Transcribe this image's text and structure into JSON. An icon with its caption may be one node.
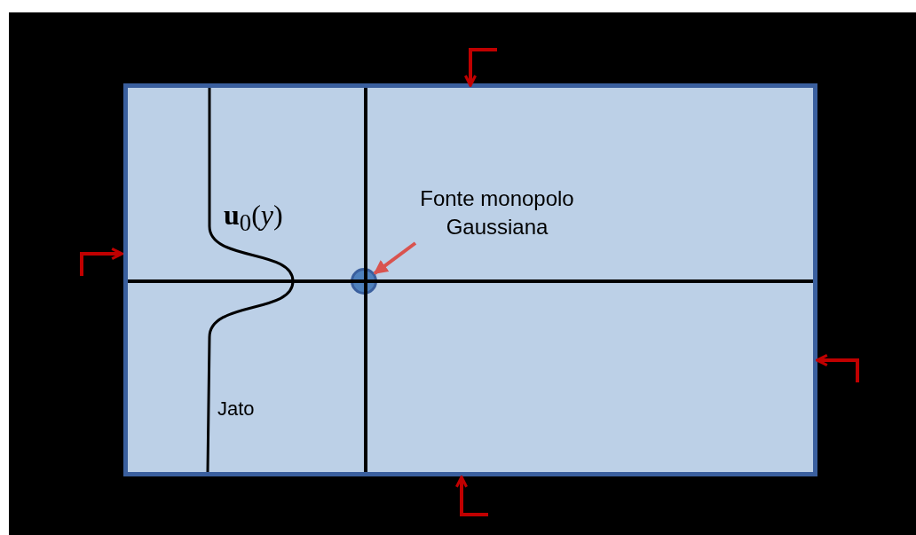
{
  "diagram": {
    "nodes": [
      {
        "text": [],
        "shape": "box"
      },
      {
        "text": [
          "Fonte monopolo Gaussiana"
        ],
        "in": 0
      },
      {
        "text": [],
        "shape": "circle",
        "in": 0
      }
    ],
    "edges": [
      {
        "from": 1,
        "to": 2,
        "arrow": "to"
      }
    ],
    "labels": [
      "**u**$_{0}$(*y*)",
      "Jato"
    ]
  }
}
